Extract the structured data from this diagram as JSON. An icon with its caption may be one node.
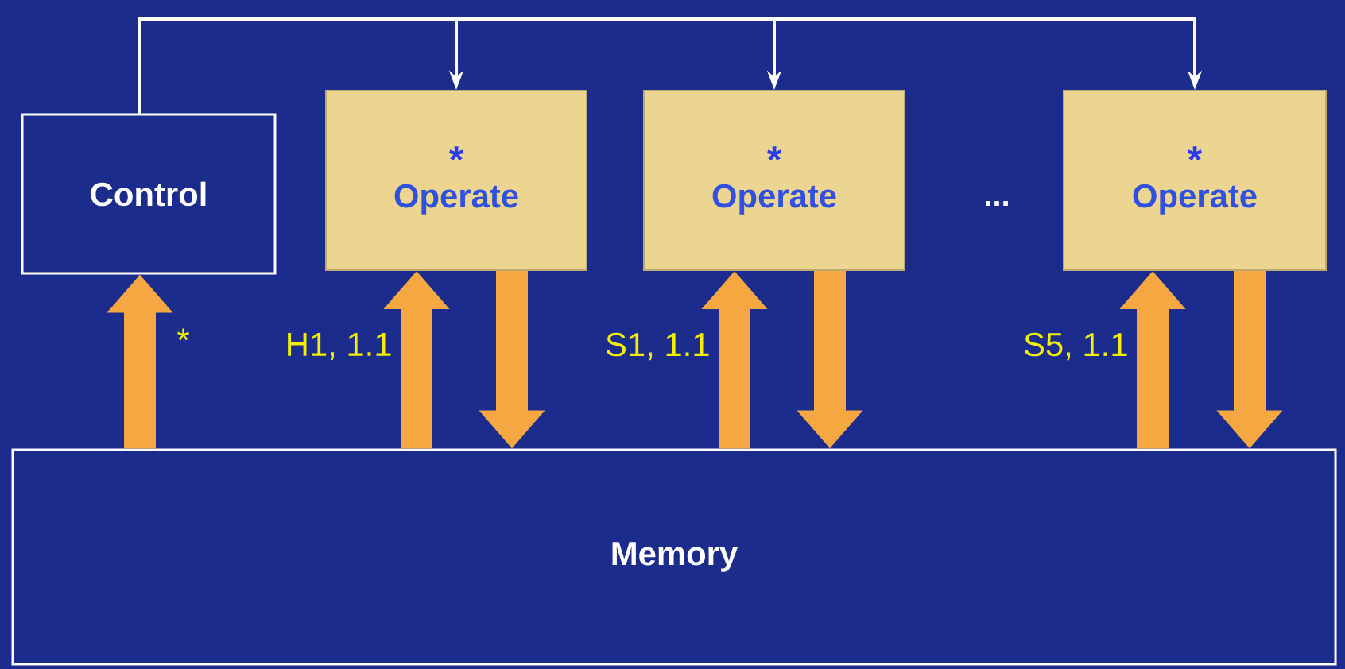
{
  "diagram": {
    "nodes": [
      {
        "text": [
          "Control"
        ]
      },
      {
        "text": [
          "*",
          "Operate"
        ]
      },
      {
        "text": [
          "*",
          "Operate"
        ]
      },
      {
        "text": [
          "*",
          "Operate"
        ]
      },
      {
        "text": [
          "Memory"
        ]
      }
    ],
    "edges": [
      {
        "from": 0,
        "to": 1,
        "arrow": "to",
        "color": "#ffffff"
      },
      {
        "from": 0,
        "to": 2,
        "arrow": "to",
        "color": "#ffffff"
      },
      {
        "from": 0,
        "to": 3,
        "arrow": "to",
        "color": "#ffffff"
      },
      {
        "from": 4,
        "to": 0,
        "arrow": "to",
        "label": "*"
      },
      {
        "from": 4,
        "to": 1,
        "arrow": "to",
        "label": "H1, 1.1"
      },
      {
        "from": 1,
        "to": 4,
        "arrow": "to"
      },
      {
        "from": 4,
        "to": 2,
        "arrow": "to",
        "label": "S1, 1.1"
      },
      {
        "from": 2,
        "to": 4,
        "arrow": "to"
      },
      {
        "from": 4,
        "to": 3,
        "arrow": "to",
        "label": "S5, 1.1"
      },
      {
        "from": 3,
        "to": 4,
        "arrow": "to"
      }
    ],
    "labels": [
      "..."
    ]
  }
}
